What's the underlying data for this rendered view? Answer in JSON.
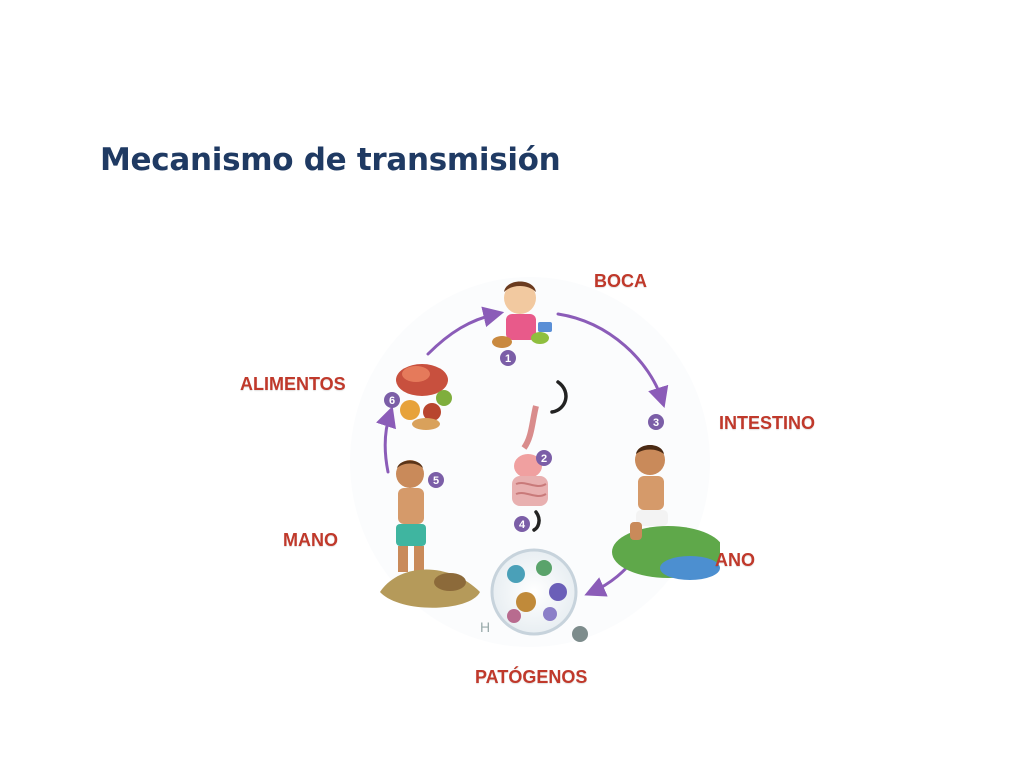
{
  "slide": {
    "title": "Mecanismo de transmisión"
  },
  "labels": {
    "boca": "BOCA",
    "alimentos": "ALIMENTOS",
    "intestino": "INTESTINO",
    "mano": "MANO",
    "ano": "ANO",
    "patogenos": "PATÓGENOS"
  },
  "steps": [
    "1",
    "2",
    "3",
    "4",
    "5",
    "6"
  ],
  "colors": {
    "title": "#1f3a63",
    "label": "#c0392b",
    "arrow": "#8b5cb8",
    "step_badge": "#7b5ea7"
  },
  "icons": [
    "child-eating-icon",
    "digestive-organs-icon",
    "child-defecating-icon",
    "pathogens-icon",
    "child-dirty-hand-icon",
    "food-icon"
  ]
}
